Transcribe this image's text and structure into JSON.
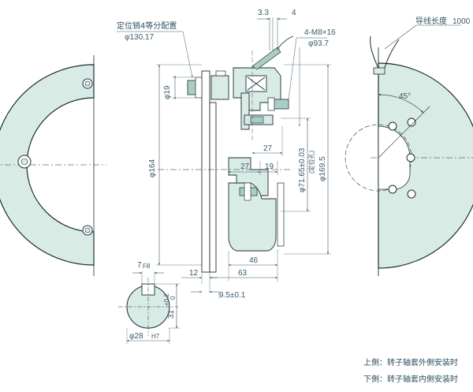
{
  "colors": {
    "part_fill": "#d8ebe4",
    "part_dark": "#a9cfc4",
    "line": "#1e2e36",
    "dim_line": "#3a5a6a",
    "background": "#ffffff"
  },
  "annotations": {
    "dowel_pin_note": "定位销4等分配置",
    "dia_130": "φ130.17",
    "dim_3_3": "3.3",
    "dim_4": "4",
    "bolts": "4-M8×16",
    "dia_93": "φ93.7",
    "lead_wire_label": "导线长度",
    "lead_wire_value": "1000",
    "angle_45": "45°",
    "dia_19": "φ19",
    "dia_164": "φ164",
    "dim_27_upper": "27",
    "dim_27_lower": "27",
    "dim_19_lower": "19",
    "dia_71": "φ71.65±0.03",
    "locating_hole": "(定位孔)",
    "dia_169": "φ169.5",
    "dim_46": "46",
    "dim_12": "12",
    "dim_63": "63",
    "dim_9_5": "9.5±0.1",
    "key_width": "7",
    "key_width_tol": "F8",
    "key_depth": "31",
    "key_depth_tol_upper": "+0.2",
    "key_depth_tol_lower": "0",
    "bore_dia": "φ28",
    "bore_tol": "H7"
  },
  "legend": {
    "upper_side": "上側：转子轴套外側安装时",
    "lower_side": "下側：转子轴套内側安装时"
  }
}
